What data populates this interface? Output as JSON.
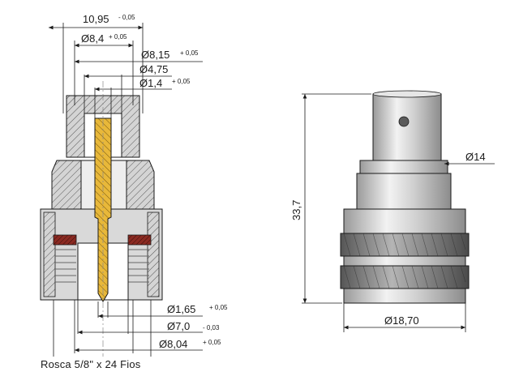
{
  "dimensions": {
    "d1": {
      "text": "10,95",
      "tol": "- 0,05"
    },
    "d2": {
      "text": "Ø8,4",
      "tol": "+ 0,05"
    },
    "d3": {
      "text": "Ø8,15",
      "tol": "+ 0,05"
    },
    "d4": {
      "text": "Ø4,75",
      "tol": ""
    },
    "d5": {
      "text": "Ø1,4",
      "tol": "+ 0,05"
    },
    "d6": {
      "text": "Ø1,65",
      "tol": "+ 0,05"
    },
    "d7": {
      "text": "Ø7,0",
      "tol": "- 0,03"
    },
    "d8": {
      "text": "Ø8,04",
      "tol": "+ 0,05"
    },
    "d9": {
      "text": "Ø14",
      "tol": ""
    },
    "d10": {
      "text": "33,7",
      "tol": ""
    },
    "d11": {
      "text": "Ø18,70",
      "tol": ""
    }
  },
  "thread_label": "Rosca 5/8\" x 24 Fios",
  "colors": {
    "metal": "#c9c9c9",
    "metal_dark": "#8a8a8a",
    "gold": "#e8b83a",
    "seal_red": "#8b2a22",
    "line": "#1a1a1a"
  }
}
